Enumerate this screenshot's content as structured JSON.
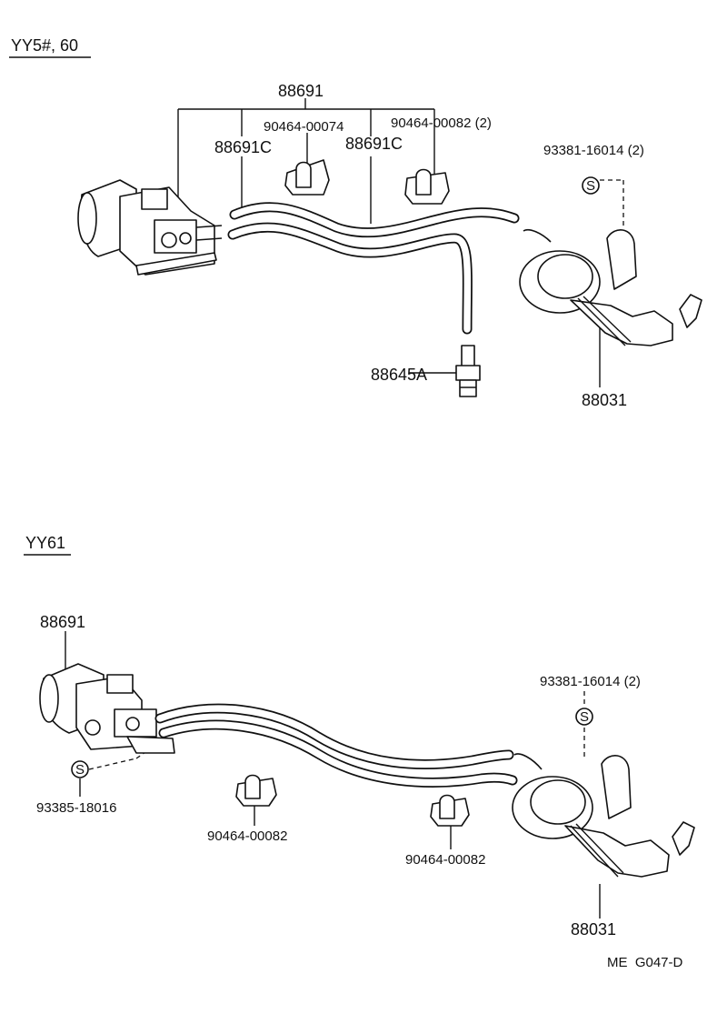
{
  "sections": {
    "top": {
      "title": "YY5#, 60",
      "labels": {
        "hose_assembly": "88691",
        "hose_left": "88691C",
        "hose_right": "88691C",
        "clip_a": "90464-00074",
        "clip_b": "90464-00082 (2)",
        "fastener": "93381-16014 (2)",
        "nipple": "88645A",
        "actuator": "88031"
      }
    },
    "bottom": {
      "title": "YY61",
      "labels": {
        "valve": "88691",
        "fastener_right": "93381-16014 (2)",
        "fastener_left": "93385-18016",
        "clip_left": "90464-00082",
        "clip_right": "90464-00082",
        "actuator": "88031"
      }
    }
  },
  "symbol": "S",
  "figure_code": "ME  G047-D"
}
